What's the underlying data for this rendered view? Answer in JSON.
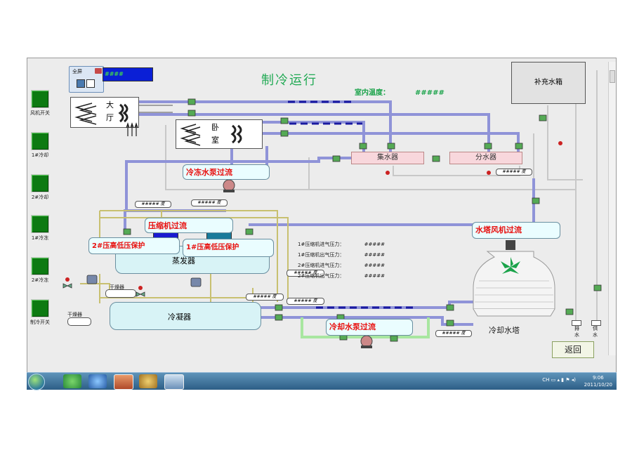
{
  "page": {
    "title": "制冷运行",
    "indoor_temp_label": "室内温度：",
    "indoor_temp_value": "#####",
    "blue_display": "####",
    "fullscreen_label": "全屏"
  },
  "sidebar": {
    "items": [
      {
        "label": "风机开关"
      },
      {
        "label": "1#冷却"
      },
      {
        "label": "2#冷却"
      },
      {
        "label": "1#冷冻"
      },
      {
        "label": "2#冷冻"
      },
      {
        "label": "制冷开关"
      }
    ]
  },
  "rooms": {
    "hall_1": "大",
    "hall_2": "厅",
    "bedroom_1": "卧",
    "bedroom_2": "室"
  },
  "components": {
    "makeup_tank": "补充水箱",
    "collector": "集水器",
    "distributor": "分水器",
    "evaporator": "蒸发器",
    "condenser": "冷凝器",
    "cooling_tower": "冷却水塔",
    "dryer_1": "干燥器",
    "dryer_2": "干燥器",
    "drain": "排水",
    "supply": "供水"
  },
  "alarms": {
    "chilled_pump": "冷冻水泵过流",
    "compressor": "压缩机过流",
    "hl_2": "2#压高低压保护",
    "hl_1": "1#压高低压保护",
    "tower_fan": "水塔风机过流",
    "cooling_pump": "冷却水泵过流"
  },
  "gauges": {
    "g1": "##### 度",
    "g2": "##### 度",
    "g3": "##### 度",
    "g4": "##### 度",
    "g5": "##### 度",
    "g6": "##### 度",
    "g7": "##### 度"
  },
  "pressures": [
    {
      "label": "1#压缩机进气压力：",
      "value": "#####"
    },
    {
      "label": "1#压缩机出气压力：",
      "value": "#####"
    },
    {
      "label": "2#压缩机进气压力：",
      "value": "#####"
    },
    {
      "label": "2#压缩机出气压力：",
      "value": "#####"
    }
  ],
  "back_label": "返回",
  "taskbar": {
    "tray_text": "CH",
    "time": "9:06",
    "date": "2011/10/20"
  },
  "colors": {
    "pipe_blue": "#8f93d8",
    "pipe_green": "#a8e6a0",
    "pipe_yellow": "#c8c070",
    "alarm_red": "#e8100e",
    "status_green": "#0d7a12"
  }
}
